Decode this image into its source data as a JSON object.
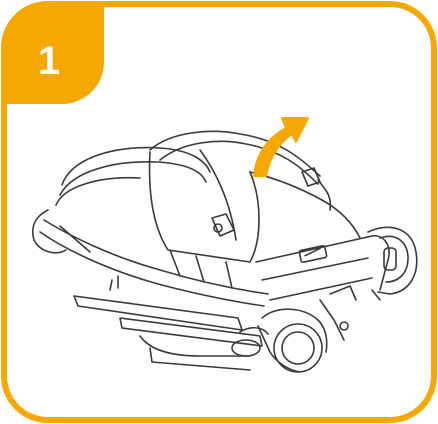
{
  "step": {
    "number": "1"
  },
  "colors": {
    "accent": "#F5A800",
    "line": "#3a3a3a",
    "background": "#ffffff"
  },
  "illustration": {
    "subject": "folded-stroller",
    "arrow": "rotate-arrow"
  }
}
